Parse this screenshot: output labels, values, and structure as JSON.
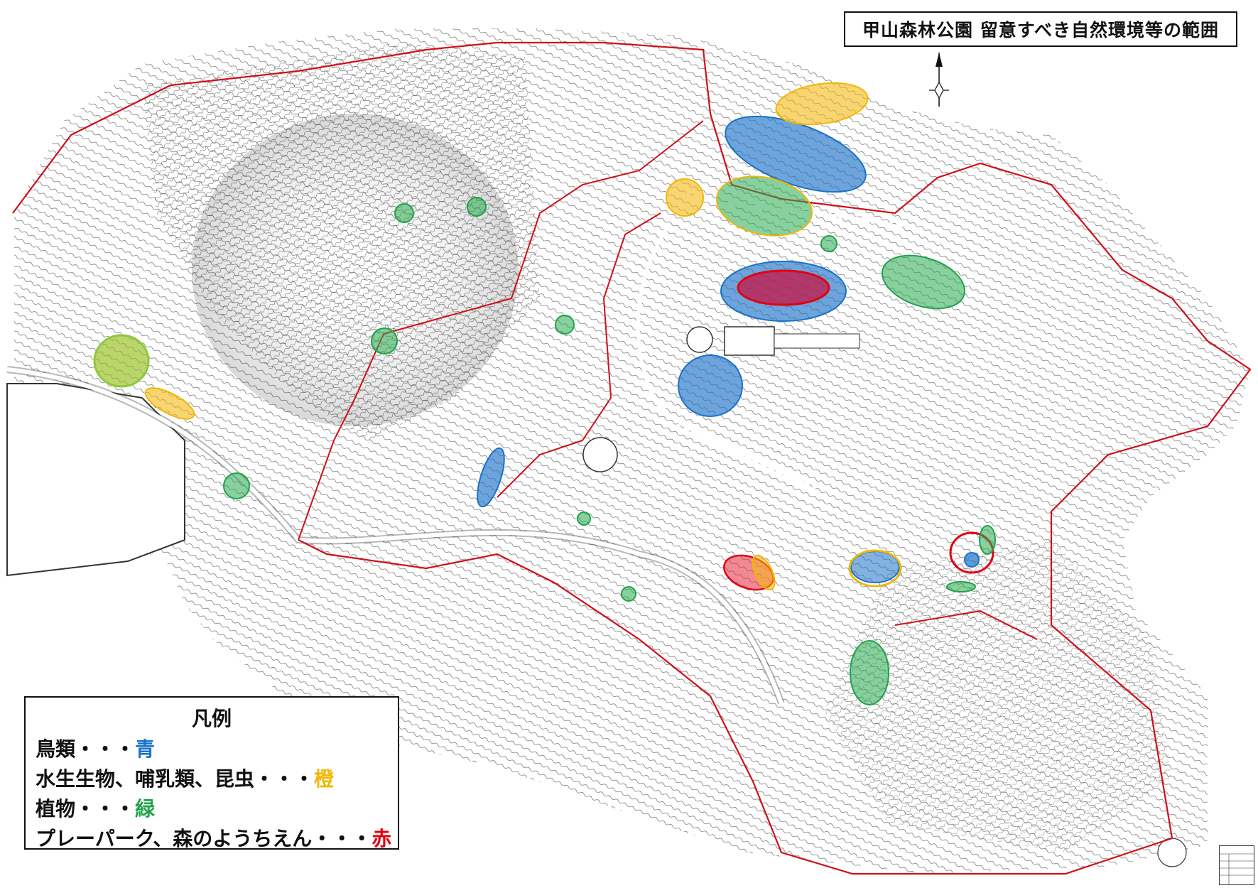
{
  "title": "甲山森林公園 留意すべき自然環境等の範囲",
  "legend": {
    "heading": "凡例",
    "items": [
      {
        "label": "鳥類・・・",
        "color_word": "青",
        "color": "#1a73c8"
      },
      {
        "label": "水生生物、哺乳類、昆虫・・・",
        "color_word": "橙",
        "color": "#f2b705"
      },
      {
        "label": "植物・・・",
        "color_word": "緑",
        "color": "#1fa34a"
      },
      {
        "label": "プレーパーク、森のようちえん・・・",
        "color_word": "赤",
        "color": "#e3000f"
      }
    ]
  },
  "colors": {
    "birds_fill": "rgba(30,115,200,0.65)",
    "aquatic_fill": "rgba(245,185,20,0.6)",
    "plants_fill": "rgba(40,170,80,0.55)",
    "play_fill": "rgba(220,20,60,0.6)",
    "boundary": "#d0101a",
    "contour": "#555555"
  },
  "icons": {
    "north_arrow": "compass-north-icon"
  }
}
